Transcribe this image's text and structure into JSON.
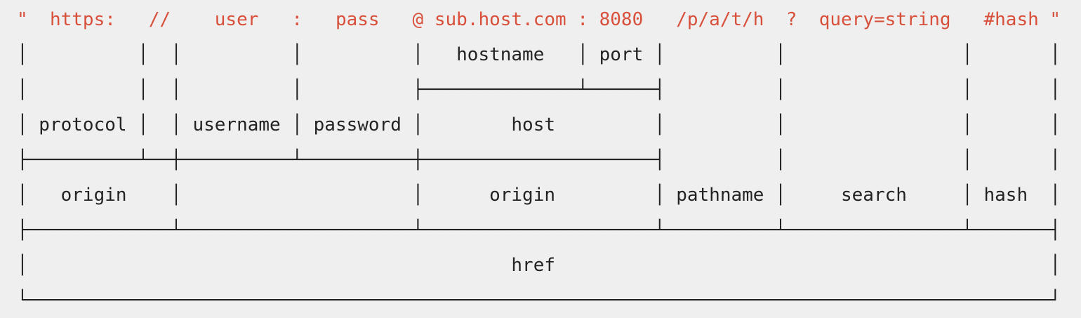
{
  "colors": {
    "background": "#efefef",
    "url_text": "#d8503b",
    "diagram_ink": "#232323"
  },
  "diagram": {
    "url_line": "\"  https:   //    user   :   pass   @ sub.host.com : 8080   /p/a/t/h  ?  query=string   #hash \"",
    "rows": [
      "│          │  │          │          │   hostname   │ port │          │                │       │",
      "│          │  │          │          ├──────────────┴──────┤          │                │       │",
      "│ protocol │  │ username │ password │        host         │          │                │       │",
      "├──────────┴──┼──────────┴──────────┼─────────────────────┤          │                │       │",
      "│   origin    │                     │      origin         │ pathname │     search     │ hash  │",
      "├─────────────┴─────────────────────┴─────────────────────┴──────────┴────────────────┴───────┤",
      "│                                            href                                             │",
      "└─────────────────────────────────────────────────────────────────────────────────────────────┘"
    ],
    "component_labels": [
      "hostname",
      "port",
      "protocol",
      "username",
      "password",
      "host",
      "origin",
      "origin",
      "pathname",
      "search",
      "hash",
      "href"
    ],
    "url_parts": {
      "open_quote": "\"",
      "protocol": "https:",
      "slashes": "//",
      "username": "user",
      "userinfo_separator": ":",
      "password": "pass",
      "at_sign": "@",
      "hostname": "sub.host.com",
      "port_separator": ":",
      "port": "8080",
      "pathname": "/p/a/t/h",
      "question_mark": "?",
      "search": "query=string",
      "hash": "#hash",
      "close_quote": "\""
    }
  }
}
